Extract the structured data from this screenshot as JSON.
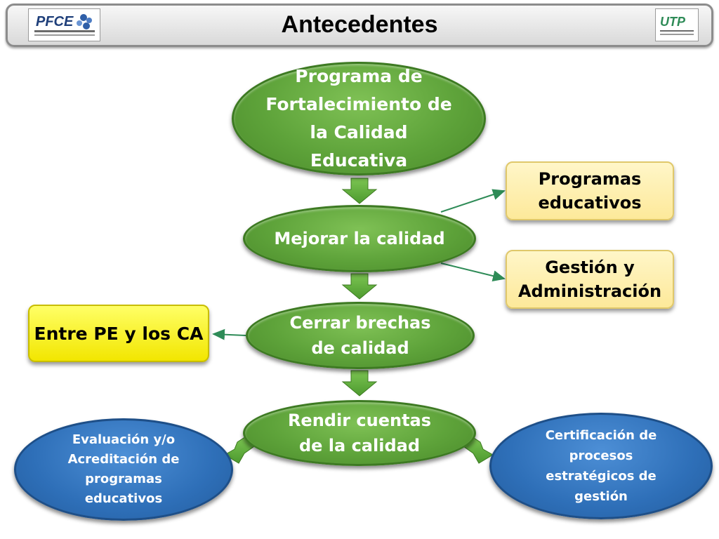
{
  "header": {
    "title": "Antecedentes",
    "logo_left_text": "PFCE",
    "logo_right_text": "UTP"
  },
  "nodes": {
    "program": "Programa de Fortalecimiento de la Calidad Educativa",
    "improve": "Mejorar la calidad",
    "close_gaps": "Cerrar brechas de calidad",
    "accountability": "Rendir cuentas de la calidad",
    "programs": "Programas educativos",
    "management": "Gestión y Administración",
    "between": "Entre PE y los CA",
    "evaluation": "Evaluación y/o Acreditación de programas educativos",
    "certification": "Certificación de procesos estratégicos de gestión"
  },
  "colors": {
    "green": "#5ea33a",
    "blue": "#2e6fb8",
    "yellow": "#ffff33",
    "pale_yellow": "#fde99a",
    "arrow": "#2e8b57"
  }
}
